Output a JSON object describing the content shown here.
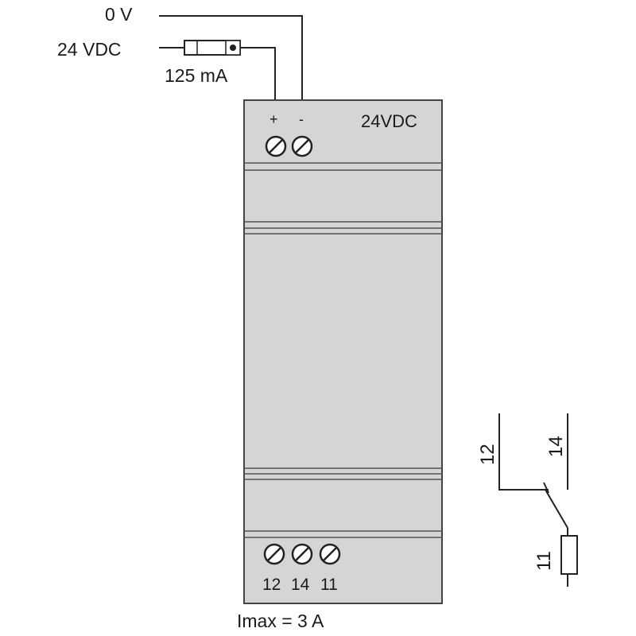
{
  "supply": {
    "zero_v_label": "0 V",
    "vdc_label": "24 VDC",
    "fuse_label": "125 mA"
  },
  "module": {
    "rating_label": "24VDC",
    "plus_label": "+",
    "minus_label": "-",
    "imax_label": "Imax = 3 A",
    "terminals": [
      "12",
      "14",
      "11"
    ]
  },
  "contact_schematic": {
    "label_12": "12",
    "label_14": "14",
    "label_11": "11"
  },
  "colors": {
    "module_fill": "#d5d5d5",
    "line": "#222222"
  }
}
